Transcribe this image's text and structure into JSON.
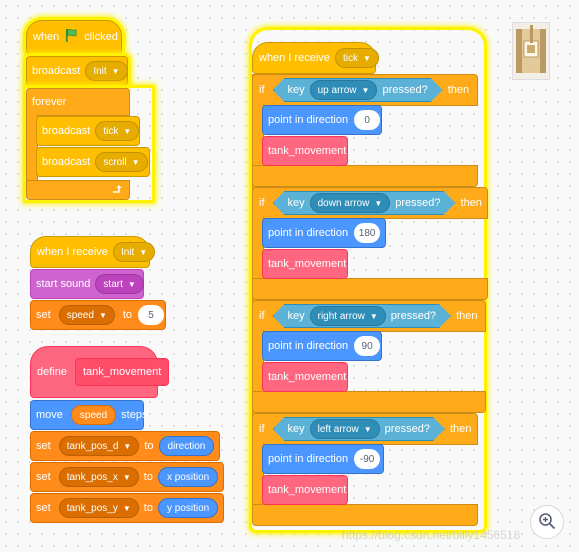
{
  "script1": {
    "when_label": "when",
    "clicked_label": "clicked",
    "broadcast_label": "broadcast",
    "broadcast_init_value": "Init",
    "forever_label": "forever",
    "broadcast_tick_value": "tick",
    "broadcast_scroll_value": "scroll"
  },
  "script2": {
    "when_receive_label": "when I receive",
    "receive_value": "Init",
    "start_sound_label": "start sound",
    "sound_value": "start",
    "set_label": "set",
    "var_value": "speed",
    "to_label": "to",
    "to_value": "5"
  },
  "script3": {
    "define_label": "define",
    "proc_name": "tank_movement",
    "move_label": "move",
    "move_value": "speed",
    "steps_label": "steps",
    "set_label": "set",
    "to_label": "to",
    "rows": [
      {
        "var": "tank_pos_d",
        "value": "direction"
      },
      {
        "var": "tank_pos_x",
        "value": "x position"
      },
      {
        "var": "tank_pos_y",
        "value": "y position"
      }
    ]
  },
  "script4": {
    "when_receive_label": "when I receive",
    "receive_value": "tick",
    "if_label": "if",
    "key_label": "key",
    "pressed_label": "pressed?",
    "then_label": "then",
    "point_label": "point in direction",
    "call_label": "tank_movement",
    "branches": [
      {
        "key": "up arrow",
        "direction": "0"
      },
      {
        "key": "down arrow",
        "direction": "180"
      },
      {
        "key": "right arrow",
        "direction": "90"
      },
      {
        "key": "left arrow",
        "direction": "-90"
      }
    ]
  },
  "watermark": "https://blog.csdn.net/billy1456518",
  "colors": {
    "events": "#ffbf00",
    "control": "#ffab19",
    "sound": "#cf63cf",
    "variables": "#ff8c1a",
    "my_blocks": "#ff6680",
    "motion": "#4c97ff",
    "sensing": "#5cb1d6",
    "glow": "#fff200"
  }
}
